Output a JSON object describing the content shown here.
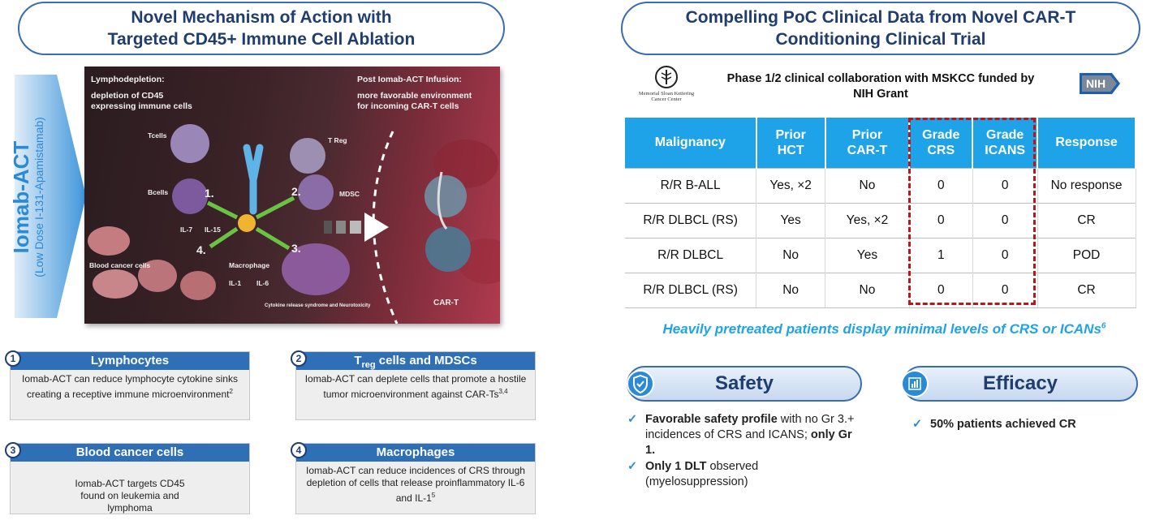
{
  "left_title": {
    "line1": "Novel Mechanism of Action with",
    "line2": "Targeted CD45+ Immune Cell Ablation"
  },
  "side_label": {
    "main": "Iomab-ACT",
    "sub": "(Low Dose I-131-Apamistamab)"
  },
  "illustration": {
    "lymphodepletion_head": "Lymphodepletion:",
    "lymphodepletion_body1": "depletion of CD45",
    "lymphodepletion_body2": "expressing immune cells",
    "post_head": "Post Iomab-ACT Infusion:",
    "post_body1": "more favorable environment",
    "post_body2": "for incoming CAR-T cells",
    "tcells": "Tcells",
    "bcells": "Bcells",
    "il7": "IL-7",
    "il15": "IL-15",
    "treg": "T Reg",
    "mdsc": "MDSC",
    "blood_cancer": "Blood cancer cells",
    "macrophage": "Macrophage",
    "il1": "IL-1",
    "il6": "IL-6",
    "cytokine_note": "Cytokine release syndrome and Neurotoxicity",
    "cart": "CAR-T",
    "n1": "1.",
    "n2": "2.",
    "n3": "3.",
    "n4": "4."
  },
  "boxes": [
    {
      "num": "1",
      "title": "Lymphocytes",
      "body": "Iomab-ACT can reduce lymphocyte cytokine sinks creating a receptive immune microenvironment",
      "ref": "2"
    },
    {
      "num": "2",
      "title_pre": "T",
      "title_sub": "reg",
      "title_post": " cells and MDSCs",
      "body": "Iomab-ACT can deplete cells that promote a hostile tumor microenvironment against CAR-Ts",
      "ref": "3,4"
    },
    {
      "num": "3",
      "title": "Blood cancer cells",
      "body": "Iomab-ACT targets CD45 found on leukemia and lymphoma"
    },
    {
      "num": "4",
      "title": "Macrophages",
      "body": "Iomab-ACT can reduce incidences of CRS through depletion of cells that release proinflammatory IL-6 and IL-1",
      "ref": "5"
    }
  ],
  "right_title": {
    "line1": "Compelling PoC Clinical Data from Novel CAR-T",
    "line2": "Conditioning Clinical Trial"
  },
  "mskcc": {
    "line1": "Memorial Sloan Kettering",
    "line2": "Cancer Center"
  },
  "collab": {
    "line1": "Phase 1/2 clinical collaboration with MSKCC funded by",
    "line2": "NIH Grant"
  },
  "nih": "NIH",
  "table": {
    "headers": [
      {
        "l1": "Malignancy",
        "l2": ""
      },
      {
        "l1": "Prior",
        "l2": "HCT"
      },
      {
        "l1": "Prior",
        "l2": "CAR-T"
      },
      {
        "l1": "Grade",
        "l2": "CRS"
      },
      {
        "l1": "Grade",
        "l2": "ICANS"
      },
      {
        "l1": "Response",
        "l2": ""
      }
    ],
    "rows": [
      [
        "R/R B-ALL",
        "Yes, ×2",
        "No",
        "0",
        "0",
        "No response"
      ],
      [
        "R/R DLBCL (RS)",
        "Yes",
        "Yes, ×2",
        "0",
        "0",
        "CR"
      ],
      [
        "R/R DLBCL",
        "No",
        "Yes",
        "1",
        "0",
        "POD"
      ],
      [
        "R/R DLBCL (RS)",
        "No",
        "No",
        "0",
        "0",
        "CR"
      ]
    ]
  },
  "tagline": {
    "text": "Heavily pretreated patients display minimal levels of CRS or ICANs",
    "ref": "6"
  },
  "safety": {
    "label": "Safety",
    "b1_bold": "Favorable safety profile",
    "b1_rest": " with no Gr 3.+ incidences of CRS and ICANS; ",
    "b1_bold2": "only Gr 1.",
    "b2_bold": "Only 1 DLT",
    "b2_rest": " observed (myelosuppression)"
  },
  "efficacy": {
    "label": "Efficacy",
    "b1": "50% patients achieved CR"
  },
  "colors": {
    "blue_header": "#1ea3e8",
    "navy": "#1f3e6e",
    "box_blue": "#2f6fb5",
    "dash_red": "#c0141b"
  }
}
